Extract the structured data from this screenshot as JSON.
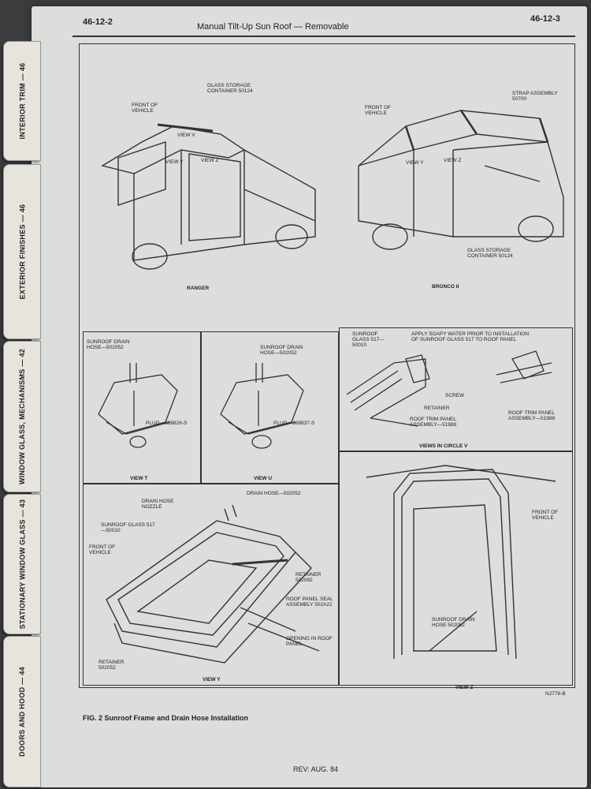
{
  "header": {
    "page_left": "46-12-2",
    "title": "Manual Tilt-Up Sun Roof — Removable",
    "page_right": "46-12-3"
  },
  "tabs": [
    "INTERIOR TRIM — 46",
    "EXTERIOR FINISHES — 46",
    "WINDOW GLASS, MECHANISMS — 42",
    "STATIONARY WINDOW GLASS — 43",
    "DOORS AND HOOD — 44"
  ],
  "top_left": {
    "glass_storage": "GLASS STORAGE CONTAINER 50124",
    "front": "FRONT OF VEHICLE",
    "view_v": "VIEW V",
    "view_y": "VIEW Y",
    "view_z": "VIEW Z",
    "caption": "RANGER"
  },
  "top_right": {
    "front": "FRONT OF VEHICLE",
    "strap": "STRAP ASSEMBLY 50700",
    "view_y": "VIEW Y",
    "view_z": "VIEW Z",
    "glass_storage": "GLASS STORAGE CONTAINER 50124",
    "caption": "BRONCO II"
  },
  "view_t": {
    "hose": "SUNROOF DRAIN HOSE—502052",
    "plug": "PLUG—388826-S",
    "caption": "VIEW T"
  },
  "view_u": {
    "hose": "SUNROOF DRAIN HOSE—502052",
    "plug": "PLUG—389837-S",
    "caption": "VIEW U"
  },
  "circle_v": {
    "glass": "SUNROOF GLASS 517—50010",
    "apply": "APPLY SOAPY WATER PRIOR TO INSTALLATION OF SUNROOF GLASS 517 TO ROOF PANEL",
    "screw": "SCREW",
    "retainer": "RETAINER",
    "trim_left": "ROOF TRIM PANEL ASSEMBLY—51988",
    "trim_right": "ROOF TRIM PANEL ASSEMBLY—51988",
    "caption": "VIEWS IN CIRCLE V"
  },
  "view_y": {
    "nozzle": "DRAIN HOSE NOZZLE",
    "hose": "DRAIN HOSE—502052",
    "glass": "SUNROOF GLASS 517—50010",
    "front": "FRONT OF VEHICLE",
    "retainer_r": "RETAINER 502092",
    "seal": "ROOF PANEL SEAL ASSEMBLY 502A22",
    "opening": "OPENING IN ROOF PANEL",
    "retainer_l": "RETAINER 502052",
    "caption": "VIEW Y"
  },
  "view_z": {
    "front": "FRONT OF VEHICLE",
    "hose": "SUNROOF DRAIN HOSE 502052",
    "caption": "VIEW Z"
  },
  "figure": {
    "code": "N2778-B",
    "caption": "FIG. 2 Sunroof Frame and Drain Hose Installation"
  },
  "footer": "REV: AUG. 84"
}
